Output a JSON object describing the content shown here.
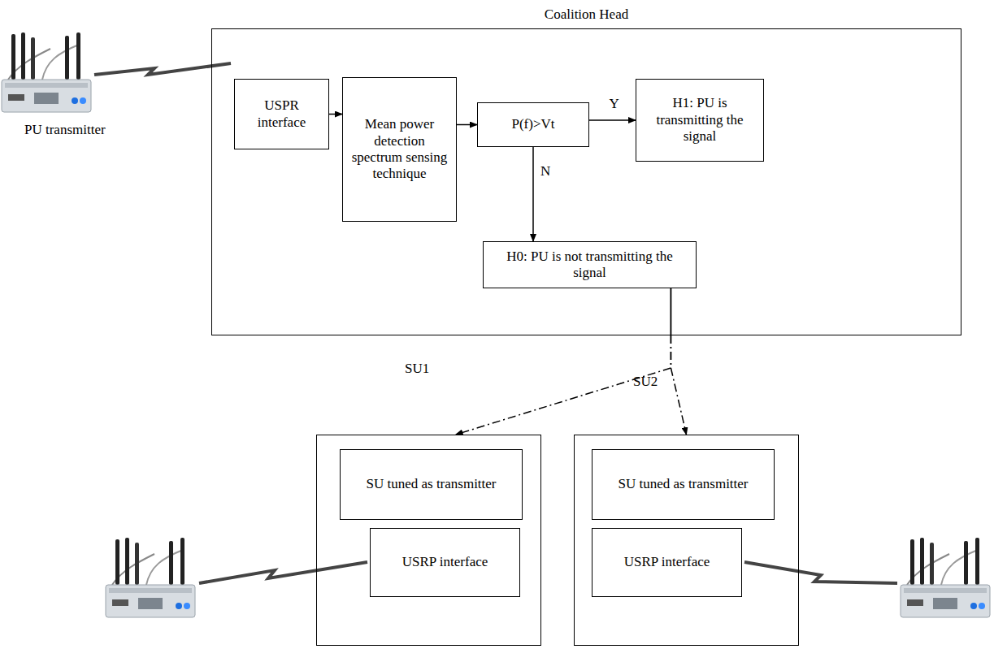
{
  "diagram": {
    "nodes": [
      {
        "text": [
          "Coalition Head"
        ]
      },
      {
        "text": [
          "USPR interface"
        ],
        "in": 0
      },
      {
        "text": [
          "Mean power detection spectrum sensing technique"
        ],
        "in": 0
      },
      {
        "text": [
          "P(f)>Vt"
        ],
        "in": 0
      },
      {
        "text": [
          "H1: PU is transmitting the signal"
        ],
        "in": 0
      },
      {
        "text": [
          "H0: PU is not transmitting the signal"
        ],
        "in": 0
      },
      {
        "text": [
          "SU1"
        ]
      },
      {
        "text": [
          "SU tuned as transmitter"
        ],
        "in": 6
      },
      {
        "text": [
          "USRP interface"
        ],
        "in": 6
      },
      {
        "text": [
          "SU2"
        ]
      },
      {
        "text": [
          "SU tuned as transmitter"
        ],
        "in": 9
      },
      {
        "text": [
          "USRP interface"
        ],
        "in": 9
      }
    ],
    "edges": [
      {
        "from": 1,
        "to": 2,
        "arrow": "to"
      },
      {
        "from": 2,
        "to": 3,
        "arrow": "to"
      },
      {
        "from": 3,
        "to": 4,
        "label": "Y",
        "arrow": "to"
      },
      {
        "from": 3,
        "to": 5,
        "label": "N",
        "arrow": "to"
      },
      {
        "from": 5,
        "to": 6,
        "arrow": "to"
      },
      {
        "from": 5,
        "to": 9,
        "arrow": "to"
      }
    ],
    "labels": [
      "PU transmitter"
    ]
  }
}
